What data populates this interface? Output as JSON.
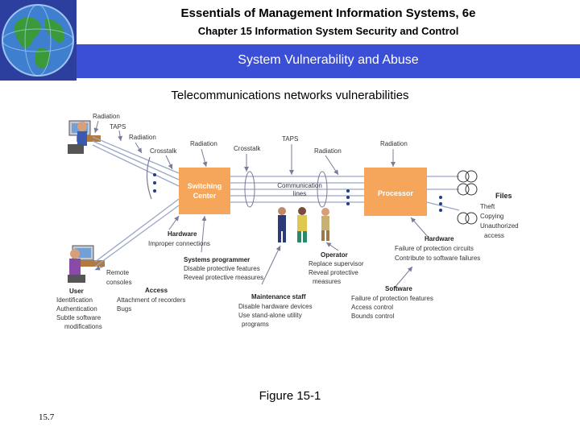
{
  "header": {
    "title": "Essentials of Management Information Systems, 6e",
    "chapter": "Chapter 15 Information System Security and Control",
    "section": "System Vulnerability and Abuse"
  },
  "subtitle": "Telecommunications networks vulnerabilities",
  "figure_caption": "Figure 15-1",
  "page_number": "15.7",
  "colors": {
    "band": "#3a4fd6",
    "box": "#f6a65a",
    "globe_ocean": "#2c3e9e",
    "globe_land": "#3a9a3a",
    "arrow": "#7a7a9a",
    "dots": "#1e3d8c"
  },
  "diagram": {
    "switching_center": [
      "Switching",
      "Center"
    ],
    "processor": "Processor",
    "files": "Files",
    "communication_lines": [
      "Communication",
      "lines"
    ],
    "labels": {
      "radiation_top_left": "Radiation",
      "taps_left": "TAPS",
      "radiation_left2": "Radiation",
      "crosstalk_left": "Crosstalk",
      "radiation_mid": "Radiation",
      "crosstalk_mid": "Crosstalk",
      "taps_mid": "TAPS",
      "radiation_mid2": "Radiation",
      "radiation_right": "Radiation"
    },
    "files_threats": [
      "Theft",
      "Copying",
      "Unauthorized",
      "access"
    ],
    "hardware_left": {
      "title": "Hardware",
      "items": [
        "Improper connections"
      ]
    },
    "hardware_right": {
      "title": "Hardware",
      "items": [
        "Failure of protection circuits",
        "Contribute to software failures"
      ]
    },
    "remote_consoles": [
      "Remote",
      "consoles"
    ],
    "systems_programmer": {
      "title": "Systems programmer",
      "items": [
        "Disable protective features",
        "Reveal protective measures"
      ]
    },
    "operator": {
      "title": "Operator",
      "items": [
        "Replace supervisor",
        "Reveal protective",
        "measures"
      ]
    },
    "user": {
      "title": "User",
      "items": [
        "Identification",
        "Authentication",
        "Subtle software",
        "modifications"
      ]
    },
    "access": {
      "title": "Access",
      "items": [
        "Attachment of recorders",
        "Bugs"
      ]
    },
    "maintenance_staff": {
      "title": "Maintenance staff",
      "items": [
        "Disable hardware devices",
        "Use stand-alone utility",
        "programs"
      ]
    },
    "software": {
      "title": "Software",
      "items": [
        "Failure of protection features",
        "Access control",
        "Bounds control"
      ]
    }
  }
}
